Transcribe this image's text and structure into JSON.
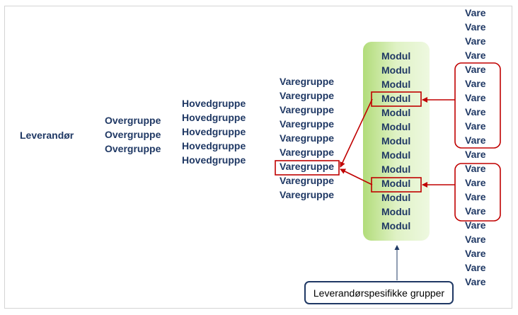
{
  "leverandor": [
    "Leverandør"
  ],
  "overgruppe": [
    "Overgruppe",
    "Overgruppe",
    "Overgruppe"
  ],
  "hovedgruppe": [
    "Hovedgruppe",
    "Hovedgruppe",
    "Hovedgruppe",
    "Hovedgruppe",
    "Hovedgruppe"
  ],
  "varegruppe": [
    "Varegruppe",
    "Varegruppe",
    "Varegruppe",
    "Varegruppe",
    "Varegruppe",
    "Varegruppe",
    "Varegruppe",
    "Varegruppe",
    "Varegruppe"
  ],
  "modul": [
    "Modul",
    "Modul",
    "Modul",
    "Modul",
    "Modul",
    "Modul",
    "Modul",
    "Modul",
    "Modul",
    "Modul",
    "Modul",
    "Modul",
    "Modul"
  ],
  "vare": [
    "Vare",
    "Vare",
    "Vare",
    "Vare",
    "Vare",
    "Vare",
    "Vare",
    "Vare",
    "Vare",
    "Vare",
    "Vare",
    "Vare",
    "Vare",
    "Vare",
    "Vare",
    "Vare",
    "Vare",
    "Vare",
    "Vare",
    "Vare"
  ],
  "callout_label": "Leverandørspesifikke grupper",
  "colors": {
    "text": "#1f3864",
    "highlight": "#c00000",
    "band": "#b2dc7a",
    "callout_border": "#1f3864"
  }
}
